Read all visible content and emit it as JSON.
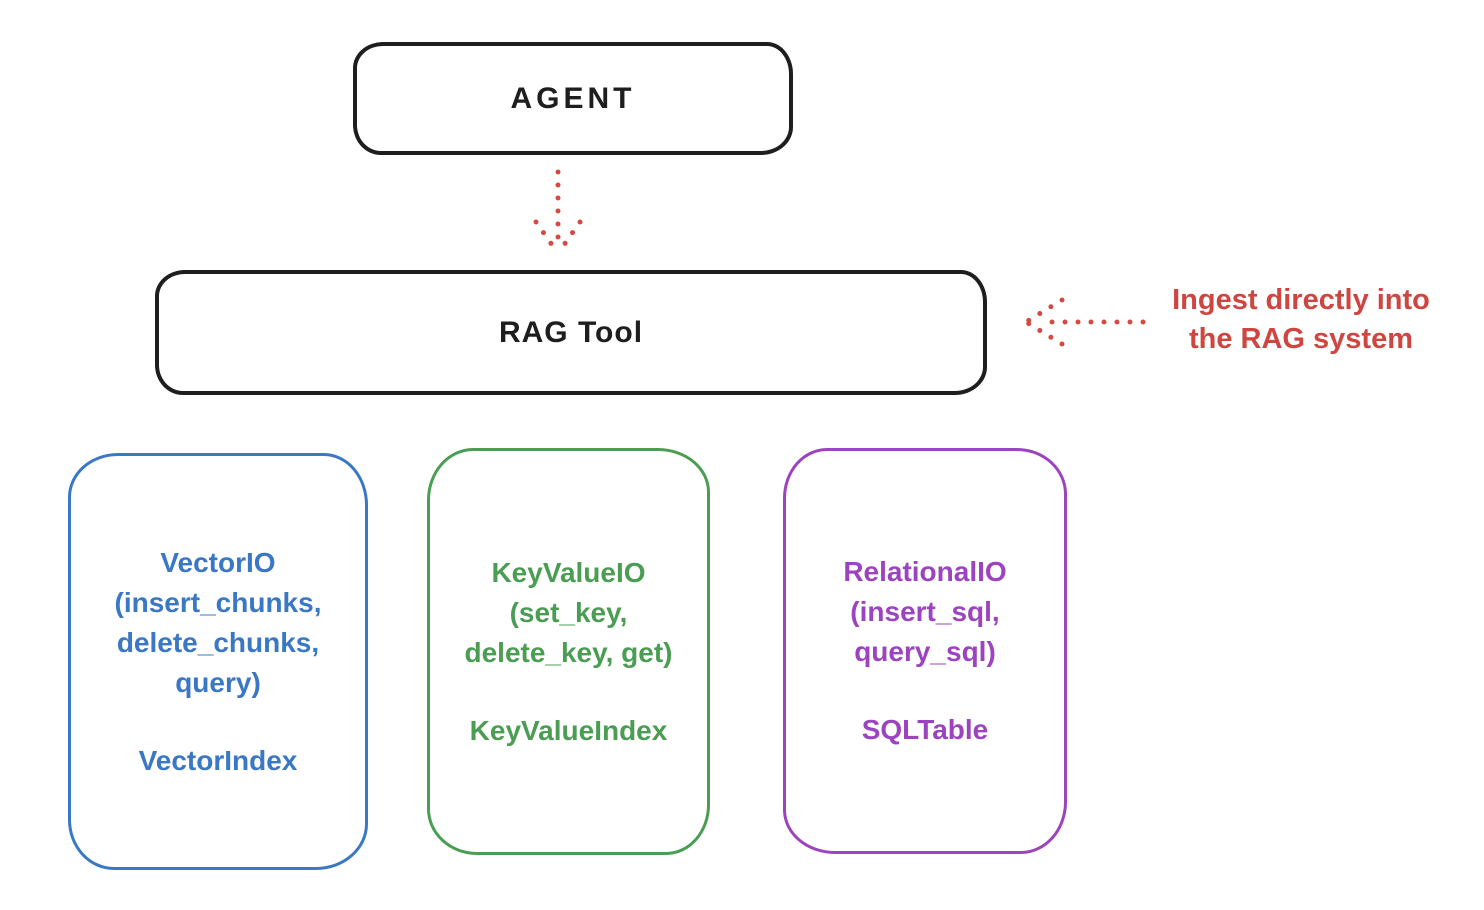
{
  "canvas": {
    "background": "#ffffff"
  },
  "nodes": {
    "agent": {
      "label": "AGENT",
      "stroke_color": "#1e1e1e"
    },
    "rag_tool": {
      "label": "RAG Tool",
      "stroke_color": "#1e1e1e"
    },
    "vector_io": {
      "label": "VectorIO\n(insert_chunks,\ndelete_chunks,\nquery)",
      "sub_label": "VectorIndex",
      "color": "#3a77c4"
    },
    "key_value_io": {
      "label": "KeyValueIO\n(set_key,\ndelete_key, get)",
      "sub_label": "KeyValueIndex",
      "color": "#4a9d52"
    },
    "relational_io": {
      "label": "RelationalIO\n(insert_sql,\nquery_sql)",
      "sub_label": "SQLTable",
      "color": "#9c44bf"
    }
  },
  "annotation": {
    "text": "Ingest directly into\nthe RAG system",
    "color": "#cf4640"
  },
  "arrows": {
    "agent_to_rag_tool": {
      "style": "dotted",
      "color": "#d44a43",
      "direction": "down",
      "from": "AGENT",
      "to": "RAG Tool"
    },
    "ingest_to_rag_tool": {
      "style": "dotted",
      "color": "#d44a43",
      "direction": "left",
      "from": "Ingest directly into the RAG system",
      "to": "RAG Tool"
    }
  }
}
